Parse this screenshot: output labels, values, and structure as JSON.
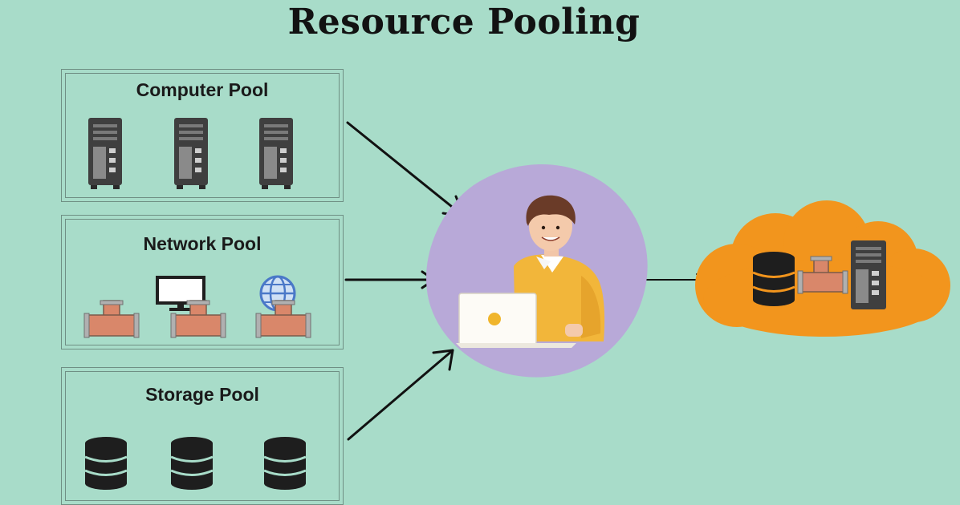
{
  "diagram": {
    "title": "Resource Pooling",
    "pools": [
      {
        "label": "Computer Pool"
      },
      {
        "label": "Network Pool"
      },
      {
        "label": "Storage Pool"
      }
    ]
  },
  "colors": {
    "background": "#a8dcc9",
    "blob": "#b8a9d8",
    "cloud": "#f2951d",
    "pipe": "#d9876a",
    "server": "#3f3f3f",
    "shirt": "#f2b63a"
  },
  "icons": [
    "server-icon",
    "pipe-icon",
    "monitor-icon",
    "globe-icon",
    "database-icon",
    "user-at-laptop-icon",
    "cloud-icon"
  ]
}
